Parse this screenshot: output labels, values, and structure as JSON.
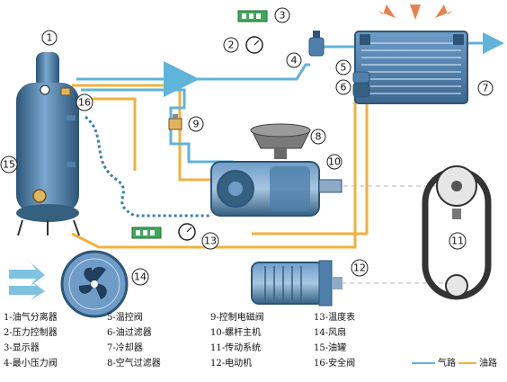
{
  "colors": {
    "air": "#5fb4d9",
    "oil": "#f0b23c",
    "component": "#4f7fab",
    "component_dark": "#2c5578",
    "arrow_out": "#e9814f"
  },
  "callouts": [
    "1",
    "2",
    "3",
    "4",
    "5",
    "6",
    "7",
    "8",
    "9",
    "10",
    "11",
    "12",
    "13",
    "14",
    "15",
    "16"
  ],
  "legend": {
    "col1": [
      "1-油气分离器",
      "2-压力控制器",
      "3-显示器",
      "4-最小压力阀"
    ],
    "col2": [
      "5-温控阀",
      "6-油过滤器",
      "7-冷却器",
      "8-空气过滤器"
    ],
    "col3": [
      "9-控制电磁阀",
      "10-螺杆主机",
      "11-传动系统",
      "12-电动机"
    ],
    "col4": [
      "13-温度表",
      "14-风扇",
      "15-油罐",
      "16-安全阀"
    ]
  },
  "key": {
    "air_label": "气路",
    "oil_label": "油路"
  }
}
